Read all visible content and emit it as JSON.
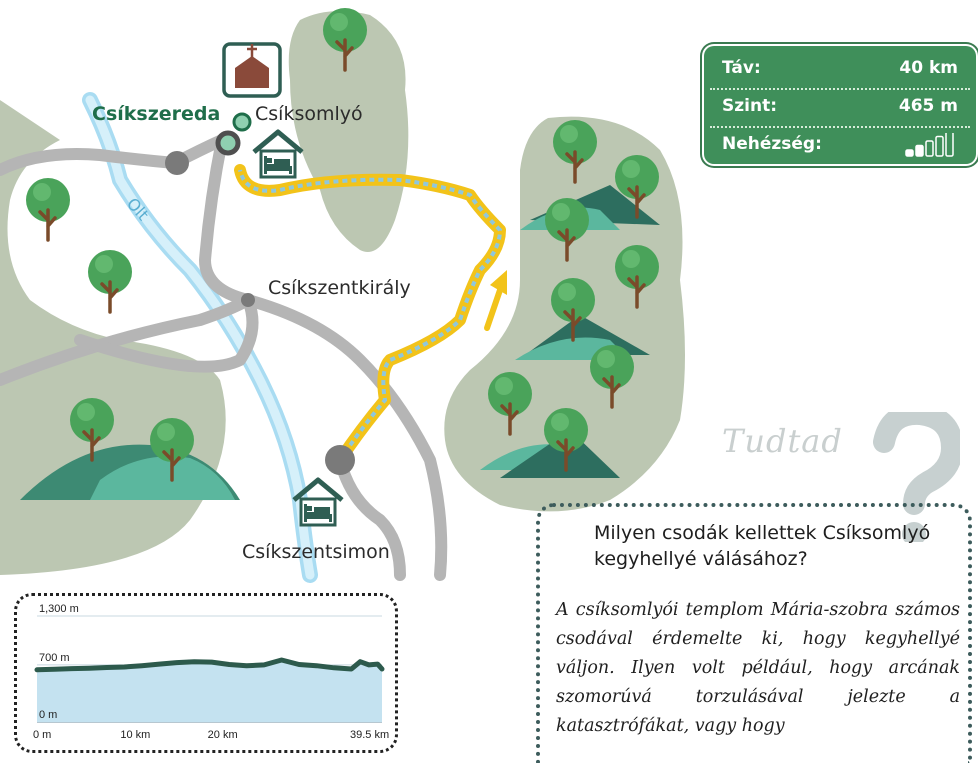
{
  "map": {
    "towns": {
      "csikszereda": "Csíkszereda",
      "csiksomlyo": "Csíksomlyó",
      "csikszentkiraly": "Csíkszentkirály",
      "csikszentsimon": "Csíkszentsimon"
    },
    "river": "Olt",
    "colors": {
      "route": "#f2c31a",
      "road": "#b5b5b5",
      "river": "#a9dcf2",
      "forest": "#bcc7b2",
      "brand": "#1f6e4a"
    },
    "icons": [
      "church-icon",
      "lodging-icon",
      "direction-arrow-icon",
      "tree-icon"
    ]
  },
  "stats": {
    "distance_label": "Táv:",
    "distance_value": "40 km",
    "elevation_label": "Szint:",
    "elevation_value": "465 m",
    "difficulty_label": "Nehézség:",
    "difficulty_level": 2,
    "difficulty_max": 5
  },
  "info": {
    "tag": "Tudtad",
    "question": "Milyen csodák kellettek Csíksomlyó kegyhellyé válásához?",
    "text": "A csíksomlyói templom Mária-szobra számos csodával érdemelte ki, hogy kegyhellyé váljon. Ilyen volt például, hogy arcának szomorúvá torzulásával jelezte a katasztrófákat, vagy hogy"
  },
  "chart_data": {
    "type": "area",
    "x": [
      0,
      2,
      4,
      6,
      8,
      10,
      12,
      14,
      16,
      18,
      20,
      22,
      24,
      26,
      28,
      30,
      32,
      34,
      36,
      37,
      38,
      39,
      39.5
    ],
    "y": [
      640,
      648,
      655,
      660,
      668,
      675,
      690,
      710,
      728,
      740,
      735,
      705,
      690,
      700,
      760,
      705,
      690,
      665,
      650,
      740,
      700,
      710,
      650
    ],
    "x_ticks": [
      "0 m",
      "10 km",
      "20 km",
      "39.5 km"
    ],
    "x_tick_values": [
      0,
      10,
      20,
      39.5
    ],
    "y_ticks": [
      "0 m",
      "700 m",
      "1,300 m"
    ],
    "y_tick_values": [
      0,
      700,
      1300
    ],
    "xlim": [
      0,
      39.5
    ],
    "ylim": [
      0,
      1300
    ],
    "grid": true,
    "colors": {
      "line": "#2d5a4c",
      "fill": "#c4e2f0"
    }
  }
}
